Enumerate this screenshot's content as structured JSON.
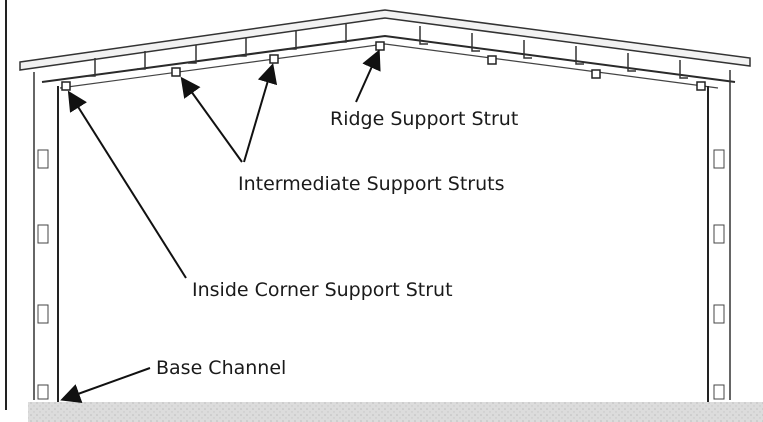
{
  "labels": {
    "ridge": "Ridge Support Strut",
    "intermediate": "Intermediate Support Struts",
    "corner": "Inside Corner Support Strut",
    "base": "Base Channel"
  },
  "colors": {
    "line": "#2a2a2a",
    "ground": "#d4d4d4",
    "arrow": "#111111"
  }
}
